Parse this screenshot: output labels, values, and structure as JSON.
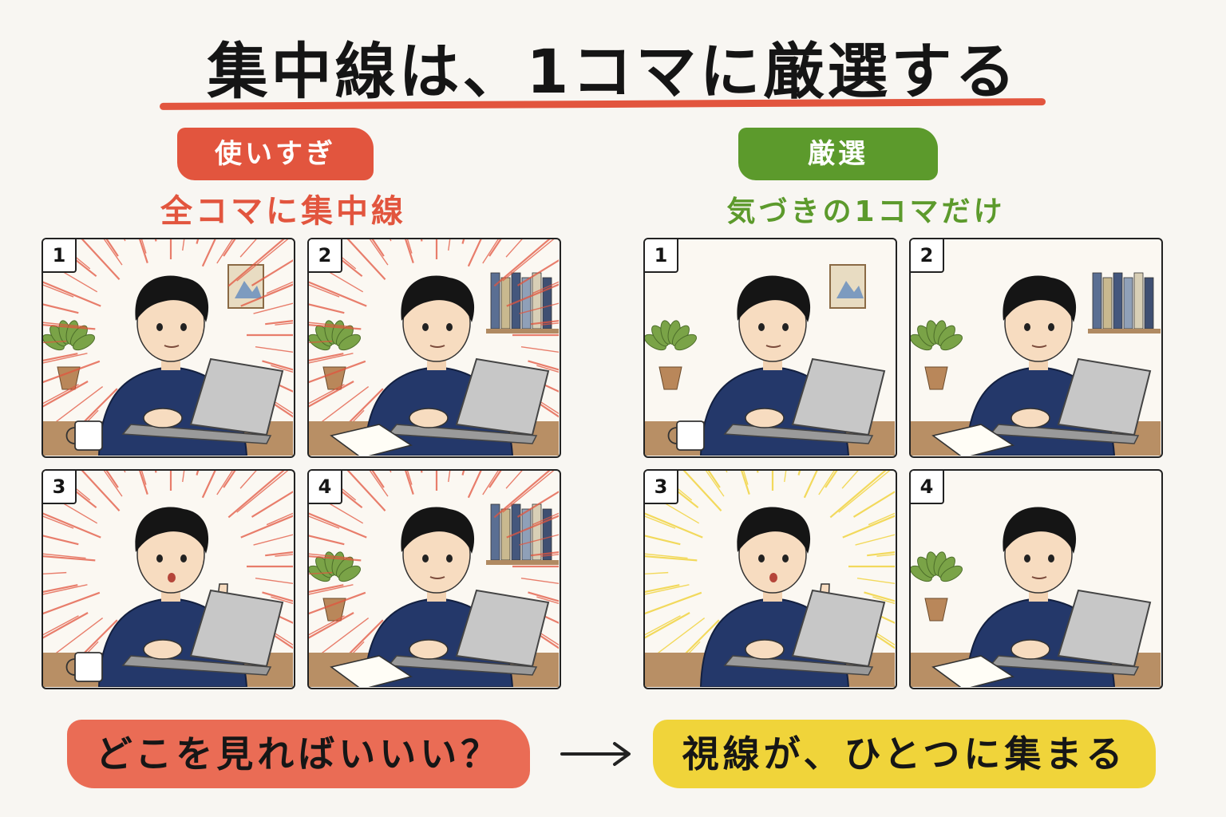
{
  "title": "集中線は、1コマに厳選する",
  "left": {
    "badge": "使いすぎ",
    "subtitle": "全コマに集中線",
    "panel_numbers": [
      "1",
      "2",
      "3",
      "4"
    ],
    "caption": "どこを見ればいいい？"
  },
  "right": {
    "badge": "厳選",
    "subtitle": "気づきの1コマだけ",
    "panel_numbers": [
      "1",
      "2",
      "3",
      "4"
    ],
    "caption": "視線が、ひとつに集まる"
  },
  "colors": {
    "accent_red": "#e2553e",
    "accent_green": "#5c9a2c",
    "accent_yellow": "#f0d43a",
    "shirt_navy": "#24386a"
  },
  "icons": [
    "right-arrow-icon",
    "person-illustration",
    "laptop-icon",
    "mug-icon",
    "notebook-icon",
    "plant-icon"
  ]
}
